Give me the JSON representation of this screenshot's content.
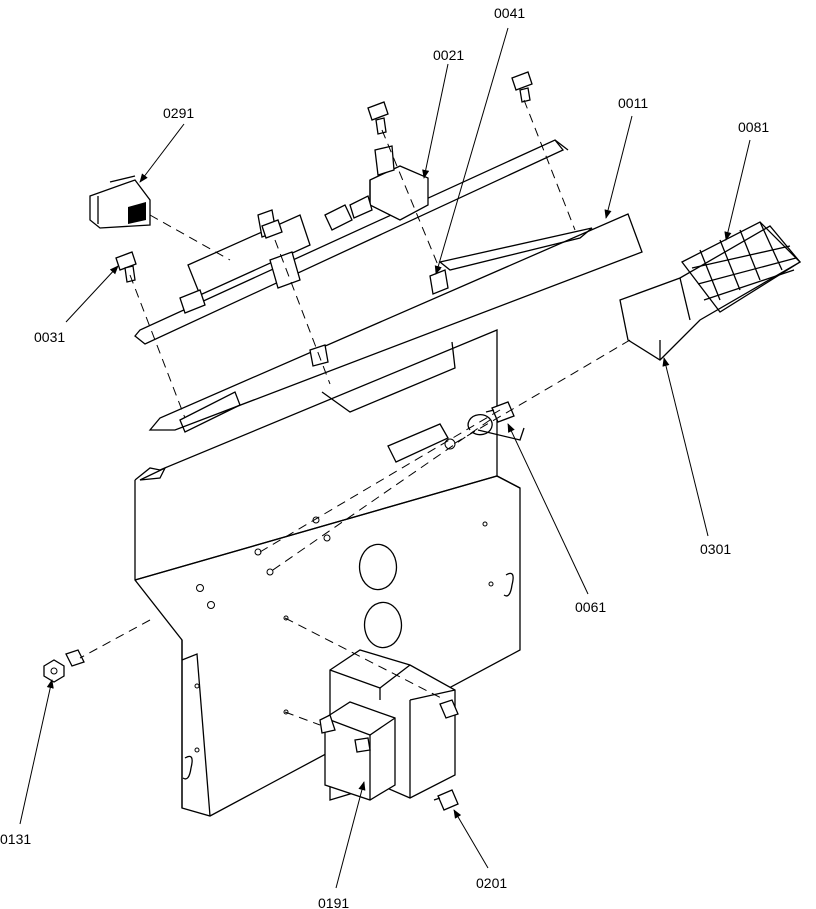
{
  "labels": {
    "l0041": "0041",
    "l0021": "0021",
    "l0011": "0011",
    "l0081": "0081",
    "l0291": "0291",
    "l0031": "0031",
    "l0301": "0301",
    "l0061": "0061",
    "l0131": "0131",
    "l0191": "0191",
    "l0201": "0201"
  }
}
